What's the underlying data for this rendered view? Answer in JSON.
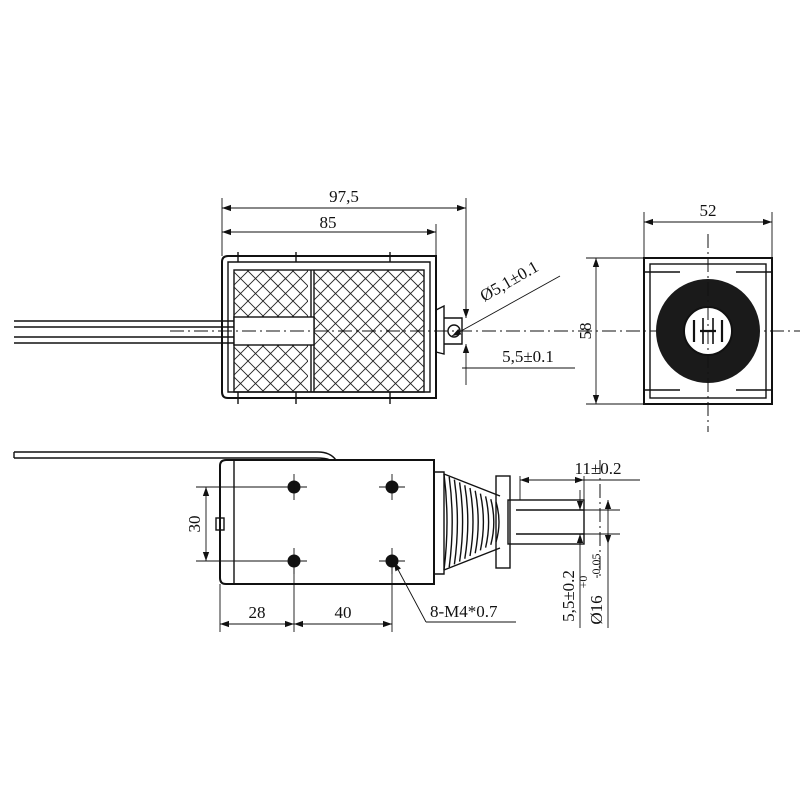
{
  "colors": {
    "line": "#111111",
    "background": "#ffffff",
    "face": "#1a1a1a"
  },
  "dimensions": {
    "overall_length": "97,5",
    "body_length": "85",
    "pin_hole": "Ø5,1±0.1",
    "pin_offset": "5,5±0.1",
    "width": "52",
    "height": "58",
    "plunger_tip": "11±0.2",
    "mount_spacing": "30",
    "mount_offset": "28",
    "mount_pitch": "40",
    "threads": "8-M4*0.7",
    "plunger_step": "5,5±0.2",
    "plunger_dia": "Ø16",
    "plunger_tol_upper": "+0",
    "plunger_tol_lower": "-0.05"
  }
}
